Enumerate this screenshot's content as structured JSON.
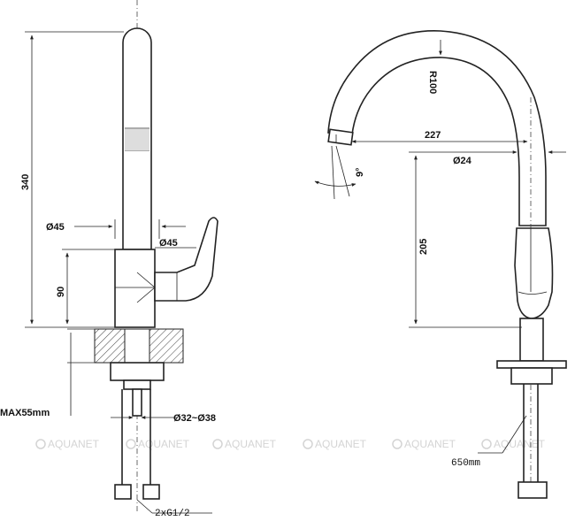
{
  "dimensions": {
    "height_total": "340",
    "body_diameter": "Ø45",
    "lever_diameter": "Ø45",
    "lever_height": "90",
    "max_counter": "MAX55mm",
    "hole_range": "Ø32~Ø38",
    "hose_thread": "2xG1/2",
    "arc_radius": "R100",
    "reach": "227",
    "spout_diameter": "Ø24",
    "spout_height": "205",
    "spout_angle": "9°",
    "hose_length": "650mm"
  },
  "watermark": "AQUANET",
  "colors": {
    "line": "#222222",
    "watermark": "#d4d4d4"
  }
}
